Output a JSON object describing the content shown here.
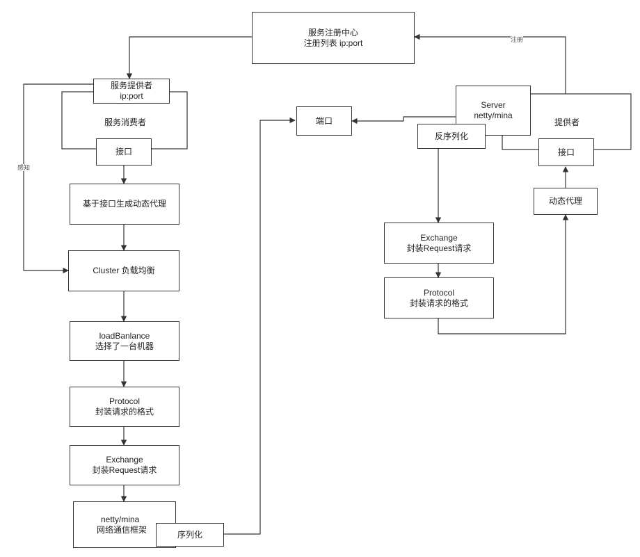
{
  "registry": {
    "line1": "服务注册中心",
    "line2": "注册列表  ip:port"
  },
  "consumer": {
    "provider_box": {
      "line1": "服务提供者",
      "line2": "ip:port"
    },
    "title": "服务消费者",
    "interface": "接口",
    "proxy": "基于接口生成动态代理",
    "cluster": "Cluster 负载均衡",
    "loadbalance": {
      "line1": "loadBanlance",
      "line2": "选择了一台机器"
    },
    "protocol": {
      "line1": "Protocol",
      "line2": "封装请求的格式"
    },
    "exchange": {
      "line1": "Exchange",
      "line2": "封装Request请求"
    },
    "transport": {
      "line1": "netty/mina",
      "line2": "网络通信框架"
    },
    "serialize": "序列化",
    "sense_label": "感知"
  },
  "port": "端口",
  "provider": {
    "server": {
      "line1": "Server",
      "line2": "netty/mina"
    },
    "deserialize": "反序列化",
    "title": "提供者",
    "interface": "接口",
    "proxy": "动态代理",
    "exchange": {
      "line1": "Exchange",
      "line2": "封装Request请求"
    },
    "protocol": {
      "line1": "Protocol",
      "line2": "封装请求的格式"
    },
    "register_label": "注册"
  }
}
